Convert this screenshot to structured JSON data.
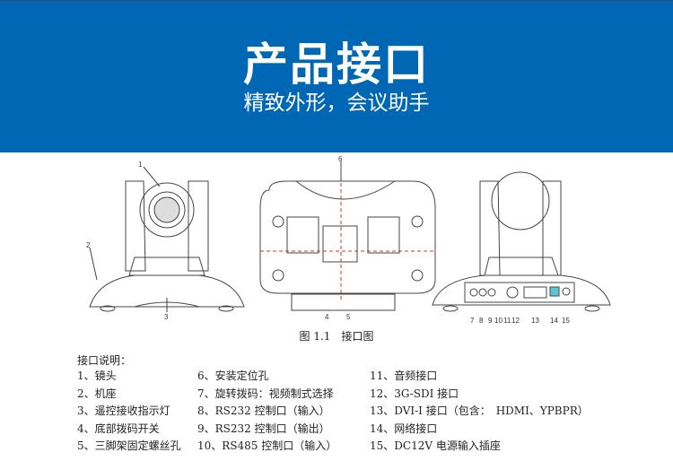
{
  "banner": {
    "title": "产品接口",
    "subtitle": "精致外形，会议助手",
    "color": "#0067b5"
  },
  "figure": {
    "caption": "图 1.1　接口图",
    "left_labels": [
      "1",
      "2",
      "3"
    ],
    "middle_labels": [
      "6",
      "4",
      "5"
    ],
    "right_labels": [
      "7",
      "8",
      "9",
      "10",
      "11",
      "12",
      "13",
      "14",
      "15"
    ]
  },
  "description": {
    "heading": "接口说明：",
    "col1": [
      "1、镜头",
      "2、机座",
      "3、遥控接收指示灯",
      "4、底部拨码开关",
      "5、三脚架固定螺丝孔"
    ],
    "col2": [
      "6、安装定位孔",
      "7、旋转拨码：视频制式选择",
      "8、RS232 控制口（输入）",
      "9、RS232 控制口（输出）",
      "10、RS485 控制口（输入）"
    ],
    "col3": [
      "11、音频接口",
      "12、3G-SDI 接口",
      "13、DVI-I 接口（包含：　HDMI、YPBPR）",
      "14、网络接口",
      "15、DC12V 电源输入插座"
    ]
  }
}
